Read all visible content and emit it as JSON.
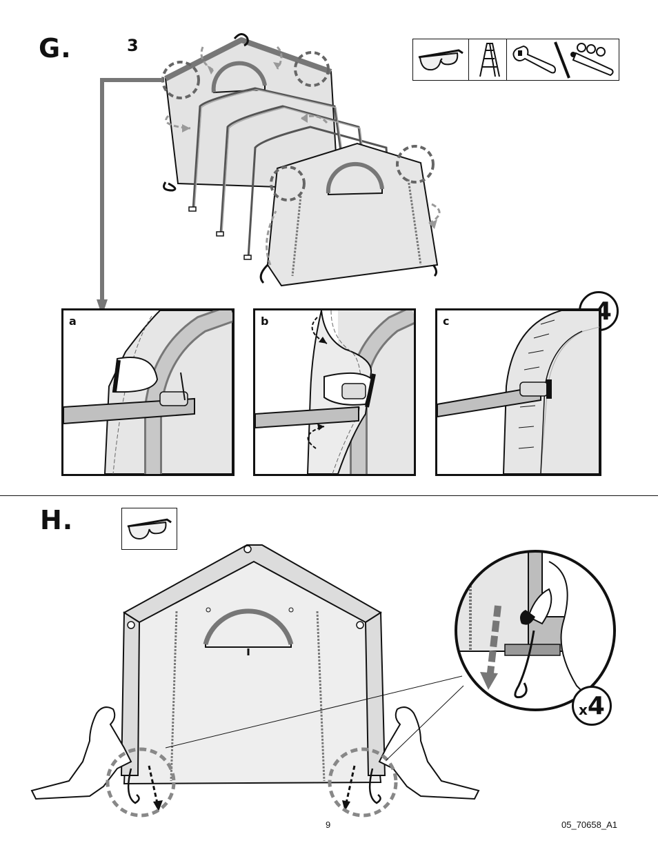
{
  "step_g": {
    "letter": "G.",
    "substep": "3",
    "details": [
      {
        "label": "a"
      },
      {
        "label": "b"
      },
      {
        "label": "c"
      }
    ],
    "multiplier": {
      "x": "x",
      "n": "4"
    },
    "tools": [
      "safety-glasses-icon",
      "step-ladder-icon",
      "adjustable-wrench-icon",
      "socket-wrench-icon"
    ]
  },
  "step_h": {
    "letter": "H.",
    "multiplier": {
      "x": "x",
      "n": "4"
    },
    "tools": [
      "safety-glasses-icon"
    ]
  },
  "footer": {
    "page_number": "9",
    "doc_code": "05_70658_A1"
  },
  "colors": {
    "fabric": "#e6e6e6",
    "frame": "#bdbdbd",
    "accent_gray": "#8a8a8a",
    "ink": "#111111"
  }
}
